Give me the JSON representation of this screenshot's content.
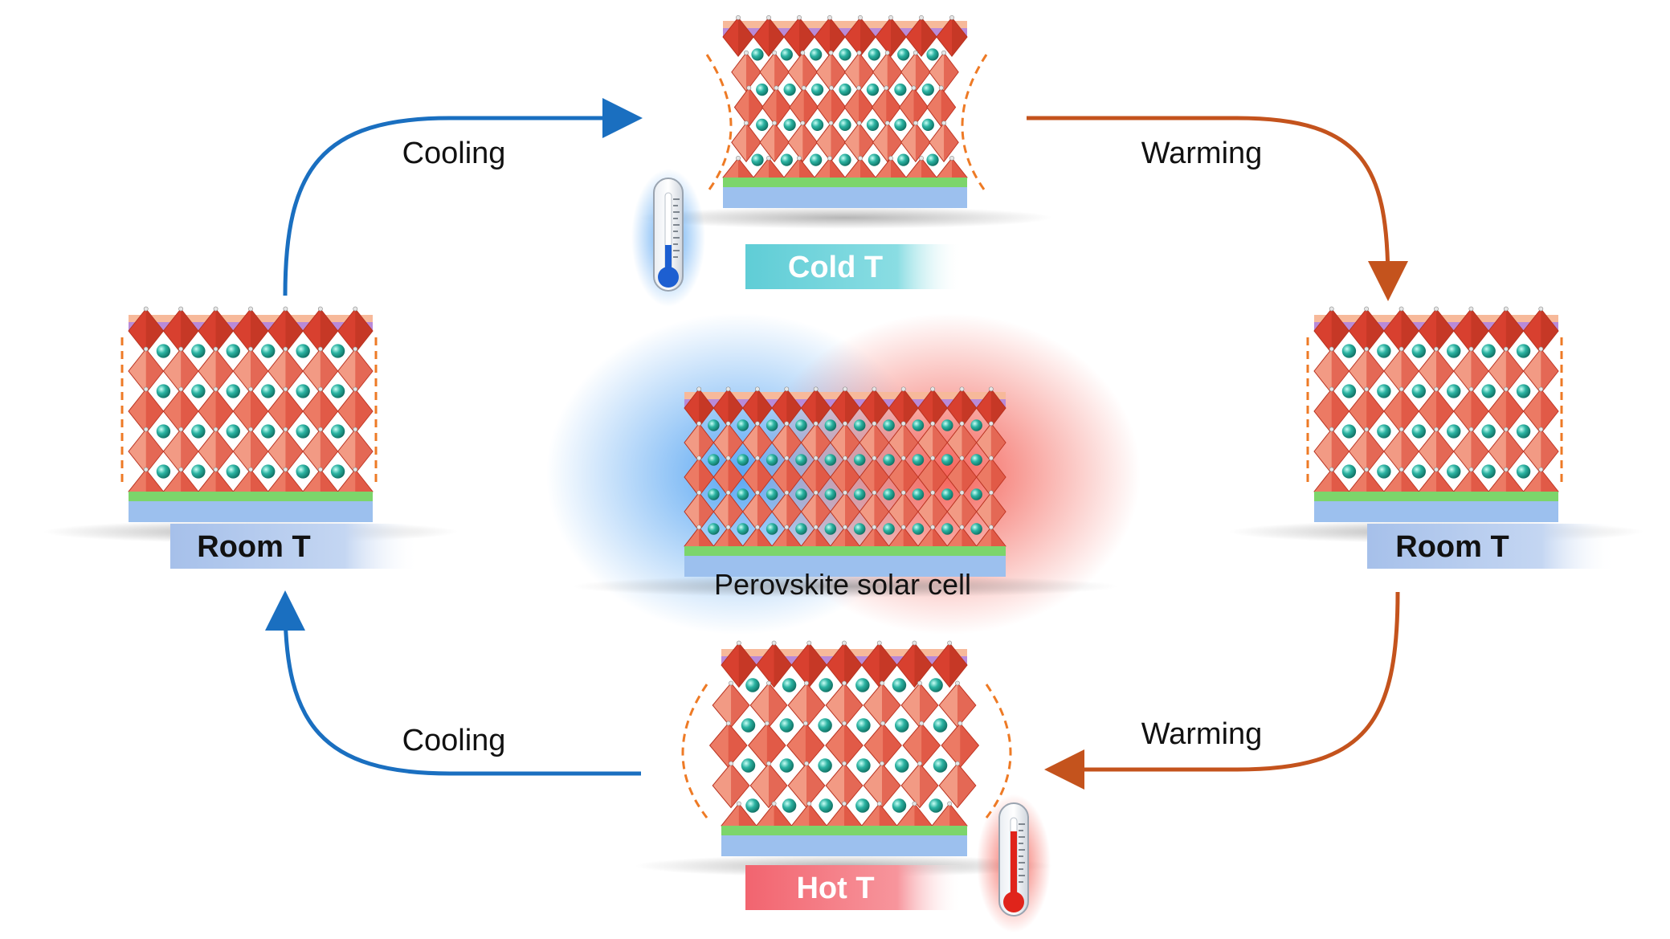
{
  "labels": {
    "cooling_top": "Cooling",
    "warming_top": "Warming",
    "cooling_bottom": "Cooling",
    "warming_bottom": "Warming",
    "cold_state": "Cold T",
    "hot_state": "Hot T",
    "room_state_left": "Room T",
    "room_state_right": "Room T",
    "center_caption": "Perovskite solar cell"
  },
  "colors": {
    "cooling_arrow": "#1a6fc0",
    "warming_arrow": "#c4531d",
    "cold_badge": "#6fd3da",
    "hot_badge": "#f36f7a",
    "room_badge": "#a9c3ec",
    "octahedron_dark": "#d8402f",
    "octahedron_light": "#f29a84",
    "cation": "#2bb3a2",
    "top_layer_peach": "#f7b99a",
    "top_layer_purple": "#b98ad8",
    "bottom_layer_green": "#7cd56b",
    "substrate_blue": "#9cc0ee",
    "strain_guide": "#ee7a25"
  },
  "icons": {
    "thermometer_cold": "thermometer-cold-icon",
    "thermometer_hot": "thermometer-hot-icon"
  }
}
